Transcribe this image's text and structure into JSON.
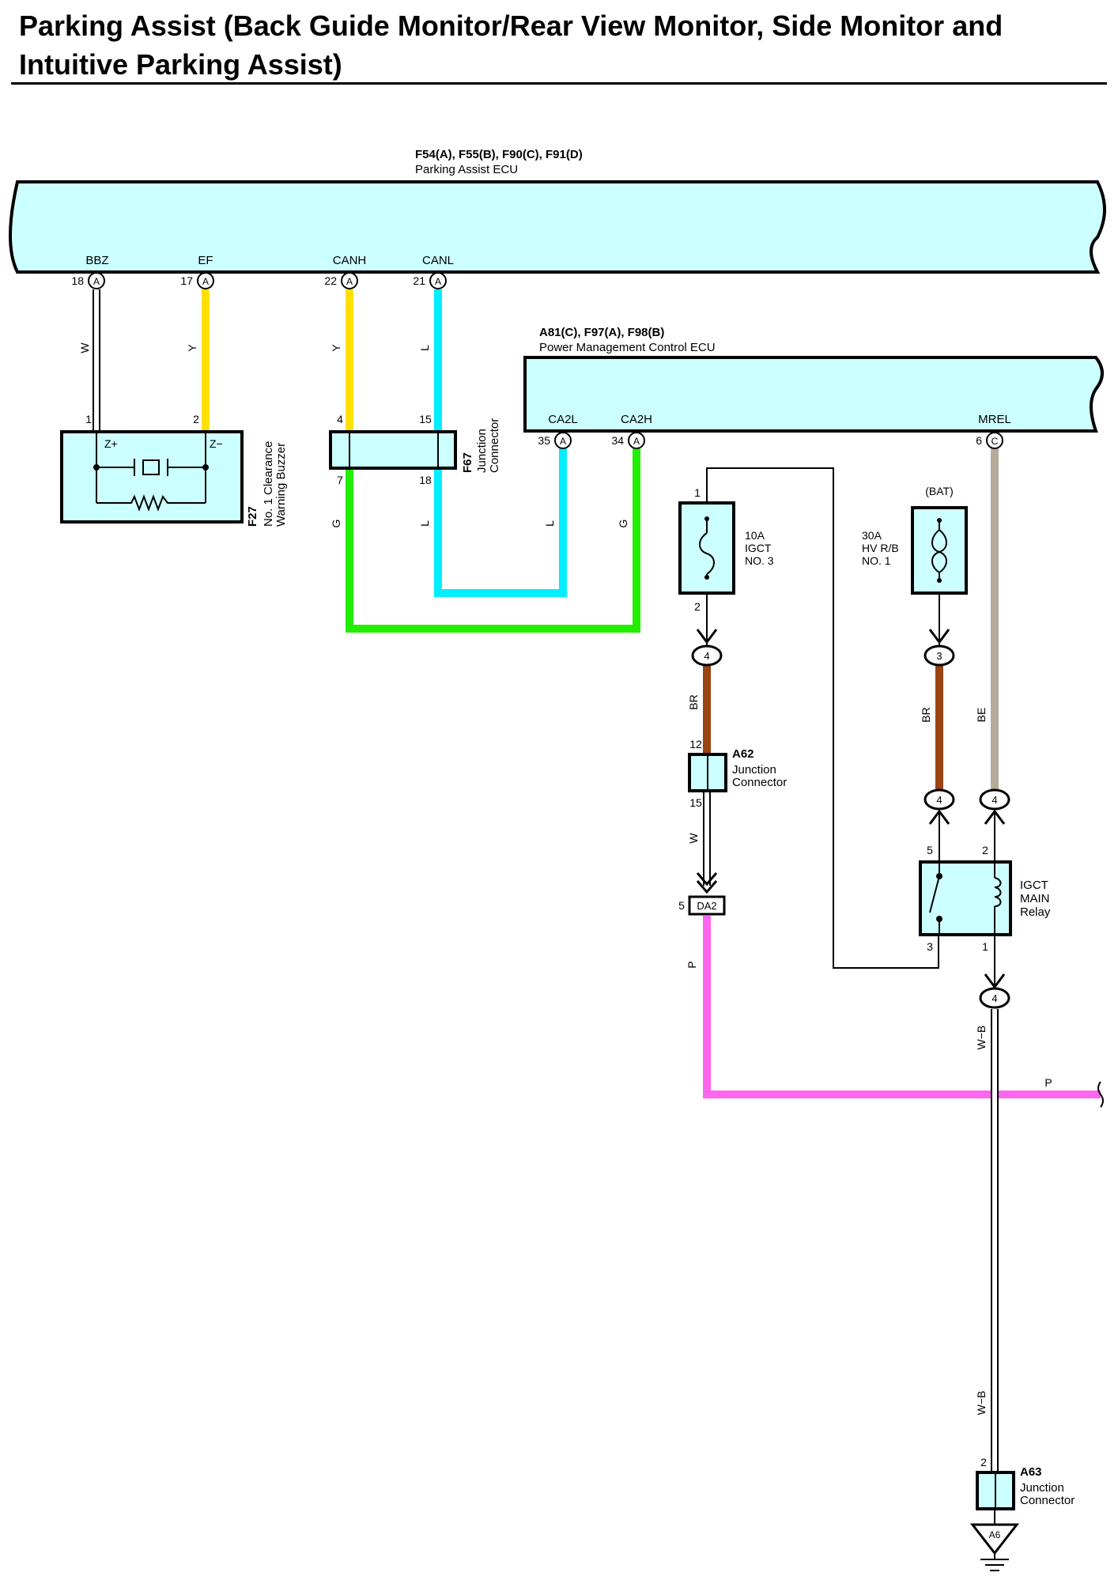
{
  "title": "Parking Assist (Back Guide Monitor/Rear View Monitor, Side Monitor and Intuitive Parking Assist)",
  "colors": {
    "component_fill": "#ccffff",
    "wire_white": "#ffffff",
    "wire_yellow": "#ffe000",
    "wire_blue": "#00eeff",
    "wire_green": "#22ee00",
    "wire_brown": "#994411",
    "wire_beige": "#b8aa99",
    "wire_pink": "#ff66ee",
    "line": "#000000"
  },
  "parking_ecu": {
    "code": "F54(A), F55(B), F90(C), F91(D)",
    "name": "Parking Assist ECU",
    "terminals": [
      {
        "name": "BBZ",
        "pin": "18",
        "connector": "A"
      },
      {
        "name": "EF",
        "pin": "17",
        "connector": "A"
      },
      {
        "name": "CANH",
        "pin": "22",
        "connector": "A"
      },
      {
        "name": "CANL",
        "pin": "21",
        "connector": "A"
      }
    ]
  },
  "power_ecu": {
    "code": "A81(C), F97(A), F98(B)",
    "name": "Power Management Control ECU",
    "terminals": [
      {
        "name": "CA2L",
        "pin": "35",
        "connector": "A"
      },
      {
        "name": "CA2H",
        "pin": "34",
        "connector": "A"
      },
      {
        "name": "MREL",
        "pin": "6",
        "connector": "C"
      }
    ]
  },
  "buzzer": {
    "code": "F27",
    "name_line1": "No. 1 Clearance",
    "name_line2": "Warning Buzzer",
    "pin_left": "1",
    "pin_right": "2",
    "term_plus": "Z+",
    "term_minus": "Z−"
  },
  "f67": {
    "code": "F67",
    "name_line1": "Junction",
    "name_line2": "Connector",
    "pins": [
      "4",
      "15",
      "7",
      "18"
    ]
  },
  "fuse_igct": {
    "pin_top": "1",
    "pin_bottom": "2",
    "line1": "10A",
    "line2": "IGCT",
    "line3": "NO. 3"
  },
  "fuse_hv": {
    "supply": "(BAT)",
    "line1": "30A",
    "line2": "HV R/B",
    "line3": "NO. 1"
  },
  "a62": {
    "code": "A62",
    "name_line1": "Junction",
    "name_line2": "Connector",
    "pin_top": "12",
    "pin_bottom": "15"
  },
  "da2": {
    "name": "DA2",
    "pin": "5"
  },
  "relay": {
    "line1": "IGCT",
    "line2": "MAIN",
    "line3": "Relay",
    "pins": [
      "5",
      "2",
      "3",
      "1"
    ]
  },
  "a63": {
    "code": "A63",
    "name_line1": "Junction",
    "name_line2": "Connector",
    "pin": "2"
  },
  "ground": {
    "name": "A6"
  },
  "splice_connectors": [
    "4",
    "3",
    "4",
    "4",
    "4"
  ],
  "wire_labels": {
    "bbz": "W",
    "ef": "Y",
    "canh": "Y",
    "canl": "L",
    "g_left": "G",
    "l_mid": "L",
    "l_ca2l": "L",
    "g_ca2h": "G",
    "br_left": "BR",
    "w_a62": "W",
    "p_da2": "P",
    "br_right": "BR",
    "be": "BE",
    "wb_top": "W−B",
    "wb_bottom": "W−B",
    "p_right": "P"
  }
}
